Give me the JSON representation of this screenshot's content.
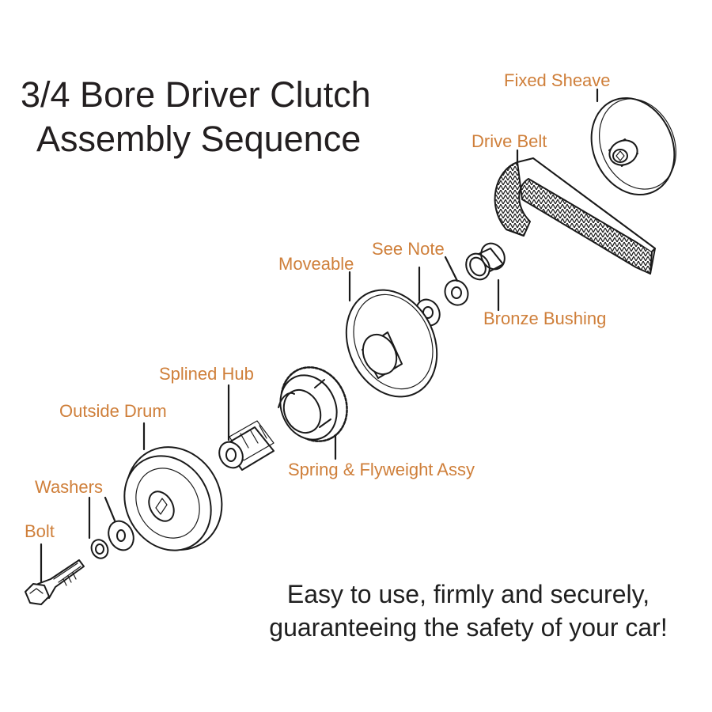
{
  "title": {
    "line1": "3/4 Bore Driver Clutch",
    "line2": "Assembly Sequence"
  },
  "labels": {
    "fixed_sheave": "Fixed Sheave",
    "drive_belt": "Drive Belt",
    "see_note": "See Note",
    "moveable": "Moveable",
    "bronze_bushing": "Bronze Bushing",
    "splined_hub": "Splined Hub",
    "outside_drum": "Outside Drum",
    "spring_flyweight": "Spring & Flyweight Assy",
    "washers": "Washers",
    "bolt": "Bolt"
  },
  "tagline": {
    "line1": "Easy to use, firmly and securely,",
    "line2": "guaranteeing the safety of your car!"
  },
  "colors": {
    "label": "#cf7f3a",
    "title": "#231f20",
    "line_art": "#1a1a1a",
    "background": "#ffffff"
  }
}
